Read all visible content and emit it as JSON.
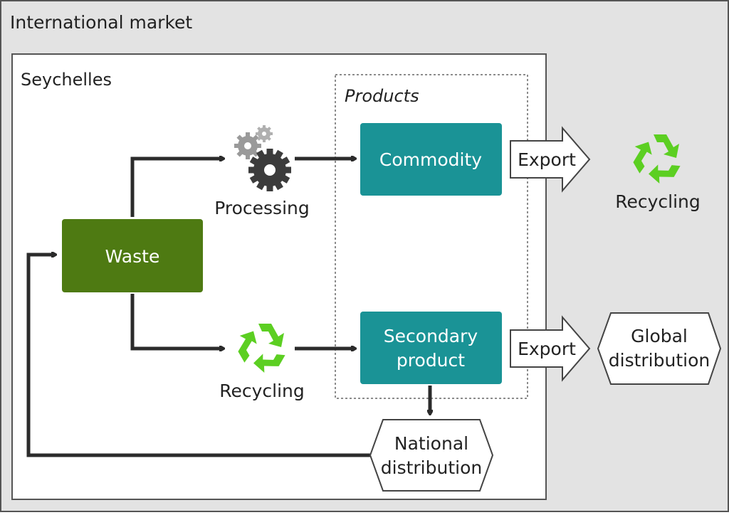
{
  "outer": {
    "title": "International market"
  },
  "inner": {
    "title": "Seychelles"
  },
  "products_group": {
    "title": "Products"
  },
  "nodes": {
    "waste": "Waste",
    "processing": "Processing",
    "recycling": "Recycling",
    "commodity": "Commodity",
    "secondary_line1": "Secondary",
    "secondary_line2": "product",
    "export_top": "Export",
    "export_bottom": "Export",
    "recycling_external": "Recycling",
    "global_line1": "Global",
    "global_line2": "distribution",
    "national_line1": "National",
    "national_line2": "distribution"
  },
  "colors": {
    "outer_bg": "#e3e3e3",
    "inner_bg": "#ffffff",
    "waste": "#4e7a12",
    "product": "#1a9396",
    "arrow": "#2b2b2b",
    "recycle": "#5ccf22",
    "gear_dark": "#3c3c3c",
    "gear_light": "#9a9a9a"
  },
  "icons": [
    "gears-icon",
    "recycle-icon"
  ]
}
